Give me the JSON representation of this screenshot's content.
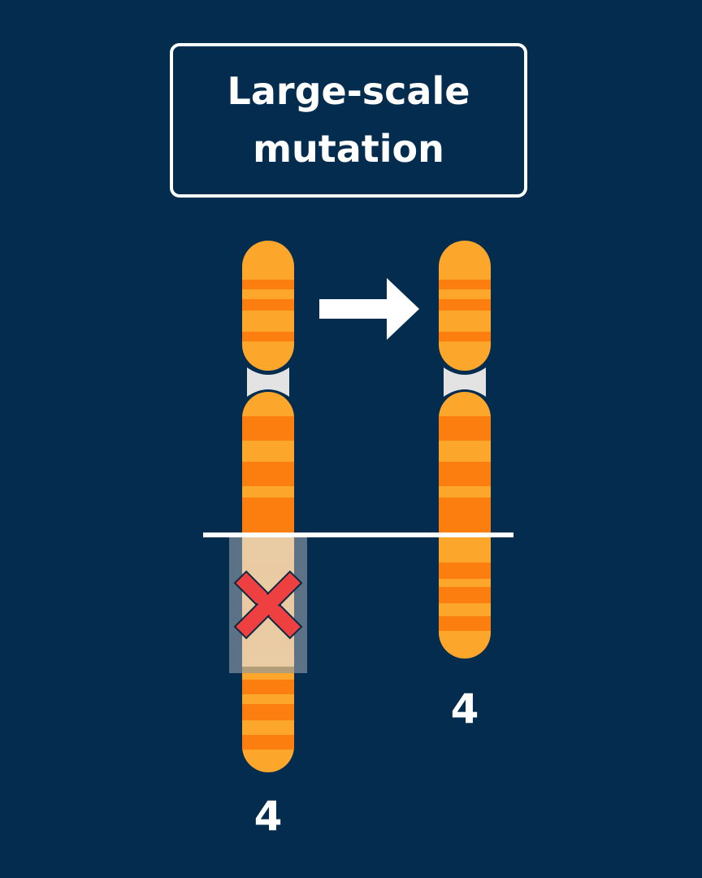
{
  "title": {
    "line1": "Large-scale",
    "line2": "mutation"
  },
  "chromosomes": {
    "original": {
      "label": "4"
    },
    "mutated": {
      "label": "4"
    }
  },
  "colors": {
    "background": "#032c4f",
    "band_light": "#fca62c",
    "band_dark": "#fb7e0e",
    "centromere": "#e3e3e3",
    "deleted_band_light": "#fcd6a4",
    "deleted_band_dark": "#fcc489",
    "deletion_overlay": "#8a98a6",
    "cross": "#ee4040",
    "arrow": "#ffffff",
    "cut_line": "#ffffff"
  },
  "icons": {
    "arrow": "right-arrow-icon",
    "deletion_mark": "cross-icon"
  }
}
